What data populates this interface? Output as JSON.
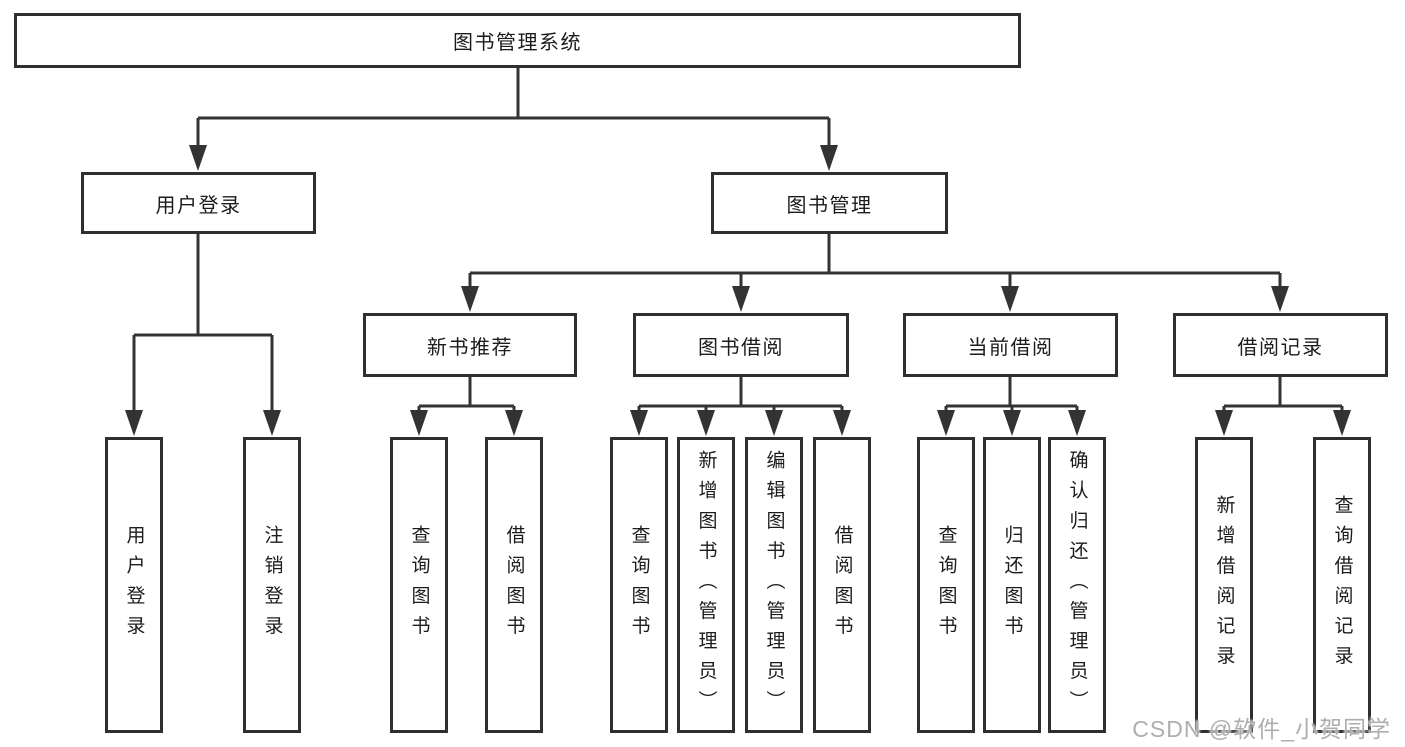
{
  "diagram": {
    "root": {
      "label": "图书管理系统"
    },
    "branches": [
      {
        "label": "用户登录",
        "children": [
          {
            "label": "用户登录"
          },
          {
            "label": "注销登录"
          }
        ]
      },
      {
        "label": "图书管理",
        "children": [
          {
            "label": "新书推荐",
            "children": [
              {
                "label": "查询图书"
              },
              {
                "label": "借阅图书"
              }
            ]
          },
          {
            "label": "图书借阅",
            "children": [
              {
                "label": "查询图书"
              },
              {
                "label": "新增图书（管理员）"
              },
              {
                "label": "编辑图书（管理员）"
              },
              {
                "label": "借阅图书"
              }
            ]
          },
          {
            "label": "当前借阅",
            "children": [
              {
                "label": "查询图书"
              },
              {
                "label": "归还图书"
              },
              {
                "label": "确认归还（管理员）"
              }
            ]
          },
          {
            "label": "借阅记录",
            "children": [
              {
                "label": "新增借阅记录"
              },
              {
                "label": "查询借阅记录"
              }
            ]
          }
        ]
      }
    ]
  },
  "watermark": "CSDN @软件_小贺同学",
  "colors": {
    "line": "#333333",
    "box_border": "#2f2f2f",
    "background": "#ffffff",
    "text": "#1c1c1c",
    "watermark": "#aeaeae"
  }
}
